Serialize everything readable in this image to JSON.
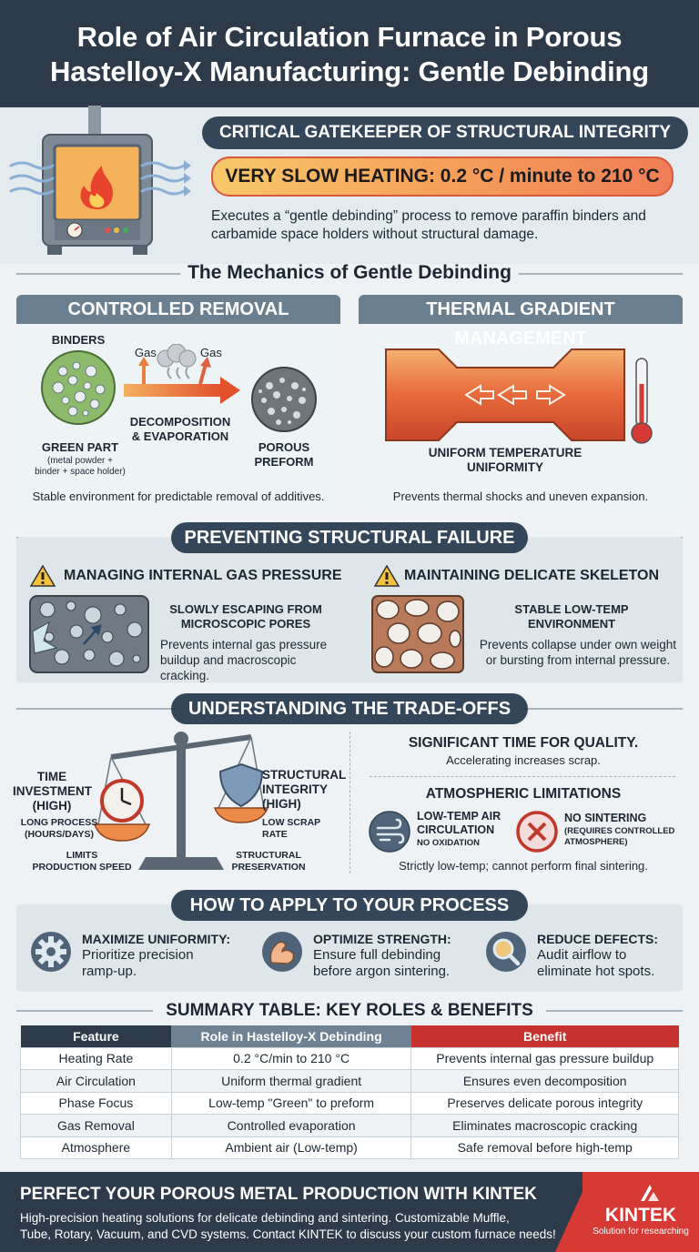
{
  "header": {
    "title_line1": "Role of Air Circulation Furnace in Porous",
    "title_line2": "Hastelloy-X Manufacturing: Gentle Debinding"
  },
  "intro": {
    "pill": "CRITICAL GATEKEEPER OF STRUCTURAL INTEGRITY",
    "highlight": "VERY SLOW HEATING: 0.2 °C / minute to 210 °C",
    "desc_line1": "Executes a “gentle debinding” process to remove paraffin binders and",
    "desc_line2": "carbamide space holders without structural damage."
  },
  "mechanics": {
    "title": "The Mechanics of Gentle Debinding",
    "controlled": {
      "head": "CONTROLLED REMOVAL",
      "binders": "BINDERS",
      "gas1": "Gas",
      "gas2": "Gas",
      "decomp_line1": "DECOMPOSITION",
      "decomp_line2": "& EVAPORATION",
      "green": "GREEN PART",
      "green_sub1": "(metal powder +",
      "green_sub2": "binder + space holder)",
      "porous_line1": "POROUS",
      "porous_line2": "PREFORM",
      "caption": "Stable environment for predictable removal of additives."
    },
    "thermal": {
      "head": "THERMAL GRADIENT MANAGEMENT",
      "uniform_line1": "UNIFORM TEMPERATURE",
      "uniform_line2": "UNIFORMITY",
      "caption": "Prevents thermal shocks and uneven expansion."
    }
  },
  "failure": {
    "pill": "PREVENTING STRUCTURAL FAILURE",
    "gas": {
      "title": "MANAGING INTERNAL GAS PRESSURE",
      "sub_line1": "SLOWLY ESCAPING FROM",
      "sub_line2": "MICROSCOPIC PORES",
      "desc_line1": "Prevents internal gas pressure",
      "desc_line2": "buildup and macroscopic cracking."
    },
    "skeleton": {
      "title": "MAINTAINING DELICATE SKELETON",
      "sub_line1": "STABLE LOW-TEMP",
      "sub_line2": "ENVIRONMENT",
      "desc_line1": "Prevents collapse under own weight",
      "desc_line2": "or bursting from internal pressure."
    }
  },
  "tradeoffs": {
    "pill": "UNDERSTANDING THE TRADE-OFFS",
    "time_line1": "TIME",
    "time_line2": "INVESTMENT",
    "time_line3": "(HIGH)",
    "long_line1": "LONG PROCESS",
    "long_line2": "(HOURS/DAYS)",
    "limits_line1": "LIMITS",
    "limits_line2": "PRODUCTION SPEED",
    "struct_line1": "STRUCTURAL",
    "struct_line2": "INTEGRITY",
    "struct_line3": "(HIGH)",
    "scrap_line1": "LOW SCRAP",
    "scrap_line2": "RATE",
    "pres_line1": "STRUCTURAL",
    "pres_line2": "PRESERVATION",
    "quality_title": "SIGNIFICANT TIME FOR QUALITY.",
    "quality_sub": "Accelerating increases scrap.",
    "atmo_title": "ATMOSPHERIC LIMITATIONS",
    "air_line1": "LOW-TEMP AIR",
    "air_line2": "CIRCULATION",
    "air_sub": "NO OXIDATION",
    "nosinter": "NO SINTERING",
    "nosinter_sub1": "(REQUIRES CONTROLLED",
    "nosinter_sub2": "ATMOSPHERE)",
    "strict": "Strictly low-temp; cannot perform final sintering."
  },
  "apply": {
    "pill": "HOW TO APPLY TO YOUR PROCESS",
    "items": [
      {
        "title": "MAXIMIZE UNIFORMITY:",
        "line1": "Prioritize precision",
        "line2": "ramp-up."
      },
      {
        "title": "OPTIMIZE STRENGTH:",
        "line1": "Ensure full debinding",
        "line2": "before argon sintering."
      },
      {
        "title": "REDUCE DEFECTS:",
        "line1": "Audit airflow to",
        "line2": "eliminate hot spots."
      }
    ]
  },
  "summary": {
    "title": "SUMMARY TABLE: KEY ROLES & BENEFITS",
    "headers": [
      "Feature",
      "Role in Hastelloy-X Debinding",
      "Benefit"
    ],
    "rows": [
      [
        "Heating Rate",
        "0.2 °C/min to 210 °C",
        "Prevents internal gas pressure buildup"
      ],
      [
        "Air Circulation",
        "Uniform thermal gradient",
        "Ensures even decomposition"
      ],
      [
        "Phase Focus",
        "Low-temp \"Green\" to preform",
        "Preserves delicate porous integrity"
      ],
      [
        "Gas Removal",
        "Controlled evaporation",
        "Eliminates macroscopic cracking"
      ],
      [
        "Atmosphere",
        "Ambient air (Low-temp)",
        "Safe removal before high-temp"
      ]
    ]
  },
  "footer": {
    "title": "PERFECT YOUR POROUS METAL PRODUCTION WITH KINTEK",
    "line1": "High-precision heating solutions for delicate debinding and sintering. Customizable Muffle,",
    "line2": "Tube, Rotary, Vacuum, and CVD systems. Contact KINTEK to discuss your custom furnace needs!",
    "brand": "KINTEK",
    "tagline": "Solution for researching"
  },
  "colors": {
    "navy": "#2c3a4a",
    "pill": "#34475a",
    "panel_head": "#6a7f90",
    "accent_red": "#d73a34",
    "orange": "#ef7d56"
  },
  "icons": [
    "furnace-icon",
    "flame-icon",
    "warning-icon",
    "clock-icon",
    "shield-icon",
    "scale-icon",
    "thermometer-icon",
    "wind-icon",
    "no-icon",
    "gear-icon",
    "muscle-icon",
    "magnifier-icon"
  ]
}
